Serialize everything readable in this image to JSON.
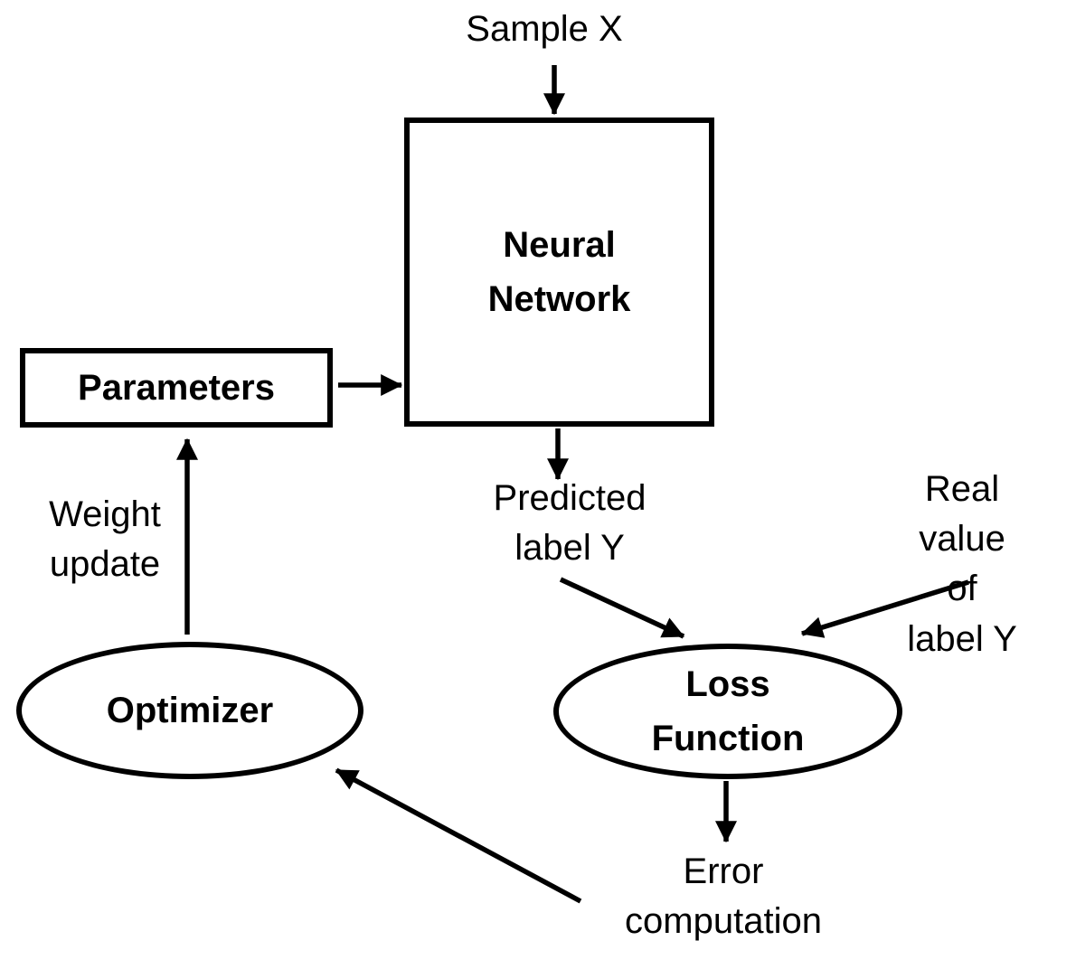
{
  "diagram": {
    "nodes": {
      "neural_network": {
        "label": "Neural\nNetwork",
        "shape": "rectangle"
      },
      "parameters": {
        "label": "Parameters",
        "shape": "rectangle"
      },
      "optimizer": {
        "label": "Optimizer",
        "shape": "ellipse"
      },
      "loss_function": {
        "label": "Loss\nFunction",
        "shape": "ellipse"
      }
    },
    "labels": {
      "sample_x": "Sample X",
      "predicted_label": "Predicted\nlabel Y",
      "real_value": "Real value\nof label Y",
      "weight_update": "Weight\nupdate",
      "error_computation": "Error\ncomputation"
    },
    "edges": [
      {
        "from": "Sample X",
        "to": "Neural Network"
      },
      {
        "from": "Parameters",
        "to": "Neural Network"
      },
      {
        "from": "Neural Network",
        "to": "Predicted label Y"
      },
      {
        "from": "Predicted label Y",
        "to": "Loss Function"
      },
      {
        "from": "Real value of label Y",
        "to": "Loss Function"
      },
      {
        "from": "Loss Function",
        "to": "Error computation"
      },
      {
        "from": "Error computation",
        "to": "Optimizer"
      },
      {
        "from": "Optimizer",
        "to": "Parameters",
        "label": "Weight update"
      }
    ],
    "colors": {
      "stroke": "#000000",
      "text": "#000000",
      "background": "#ffffff"
    }
  }
}
